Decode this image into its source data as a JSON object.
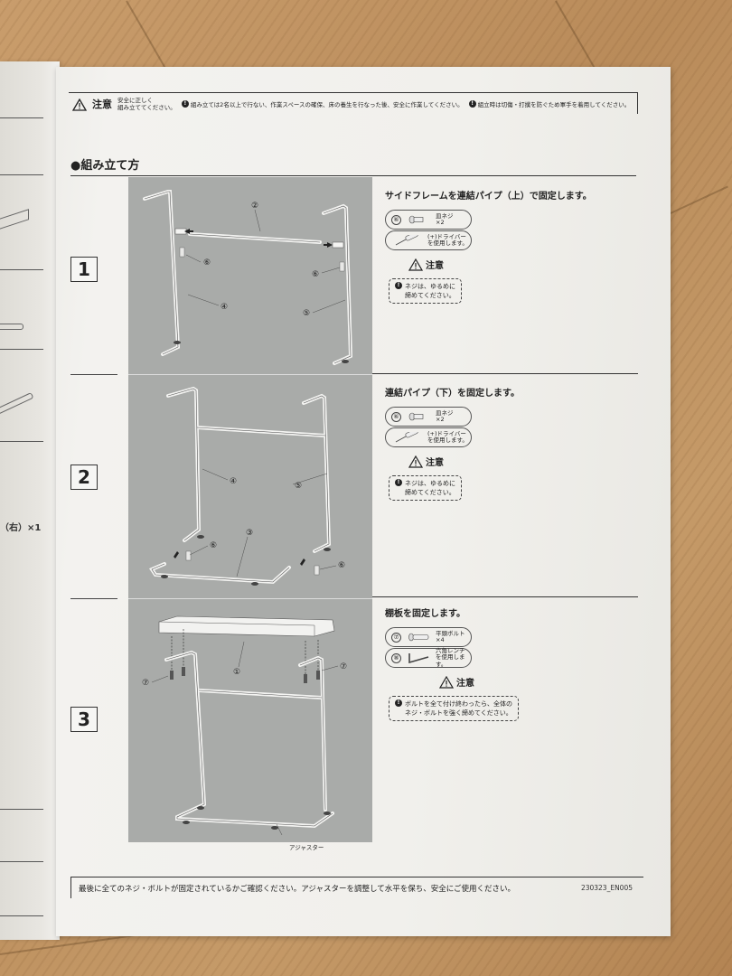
{
  "background": {
    "surface": "wood-floor",
    "color": "#c49a69"
  },
  "left_page": {
    "partial_label": "（右）×1"
  },
  "caution_bar": {
    "icon": "warning-triangle-icon",
    "title": "注意",
    "subtitle_line1": "安全に正しく",
    "subtitle_line2": "組み立ててください。",
    "items": [
      "組み立ては2名以上で行ない、作業スペースの確保、床の養生を行なった後、安全に作業してください。",
      "組立時は切傷・打撲を防ぐため軍手を着用してください。"
    ]
  },
  "section": {
    "title": "●組み立て方"
  },
  "steps": [
    {
      "number": "1",
      "title": "サイドフレームを連結パイプ（上）で固定します。",
      "parts": [
        {
          "num": "⑥",
          "icon": "pan-head-screw-icon",
          "name": "皿ネジ",
          "qty": "×2"
        },
        {
          "num": "",
          "icon": "screwdriver-icon",
          "name": "(+)ドライバー",
          "qty": "を使用します。"
        }
      ],
      "note_title": "注意",
      "note_line1": "ネジは、ゆるめに",
      "note_line2": "締めてください。",
      "diagram_labels": [
        "②",
        "⑥",
        "⑥",
        "④",
        "⑤"
      ]
    },
    {
      "number": "2",
      "title": "連結パイプ（下）を固定します。",
      "parts": [
        {
          "num": "⑥",
          "icon": "pan-head-screw-icon",
          "name": "皿ネジ",
          "qty": "×2"
        },
        {
          "num": "",
          "icon": "screwdriver-icon",
          "name": "(+)ドライバー",
          "qty": "を使用します。"
        }
      ],
      "note_title": "注意",
      "note_line1": "ネジは、ゆるめに",
      "note_line2": "締めてください。",
      "diagram_labels": [
        "④",
        "⑤",
        "③",
        "⑥",
        "⑥"
      ]
    },
    {
      "number": "3",
      "title": "棚板を固定します。",
      "parts": [
        {
          "num": "⑦",
          "icon": "flat-head-bolt-icon",
          "name": "平頭ボルト",
          "qty": "×4"
        },
        {
          "num": "⑧",
          "icon": "hex-wrench-icon",
          "name": "六角レンチ",
          "qty": "を使用します。"
        }
      ],
      "note_title": "注意",
      "note_line1": "ボルトを全て付け終わったら、全体の",
      "note_line2": "ネジ・ボルトを強く締めてください。",
      "diagram_labels": [
        "①",
        "⑦",
        "⑦"
      ],
      "adjuster_label": "アジャスター"
    }
  ],
  "footer": {
    "text": "最後に全てのネジ・ボルトが固定されているかご確認ください。アジャスターを調整して水平を保ち、安全にご使用ください。",
    "code": "230323_EN005"
  }
}
